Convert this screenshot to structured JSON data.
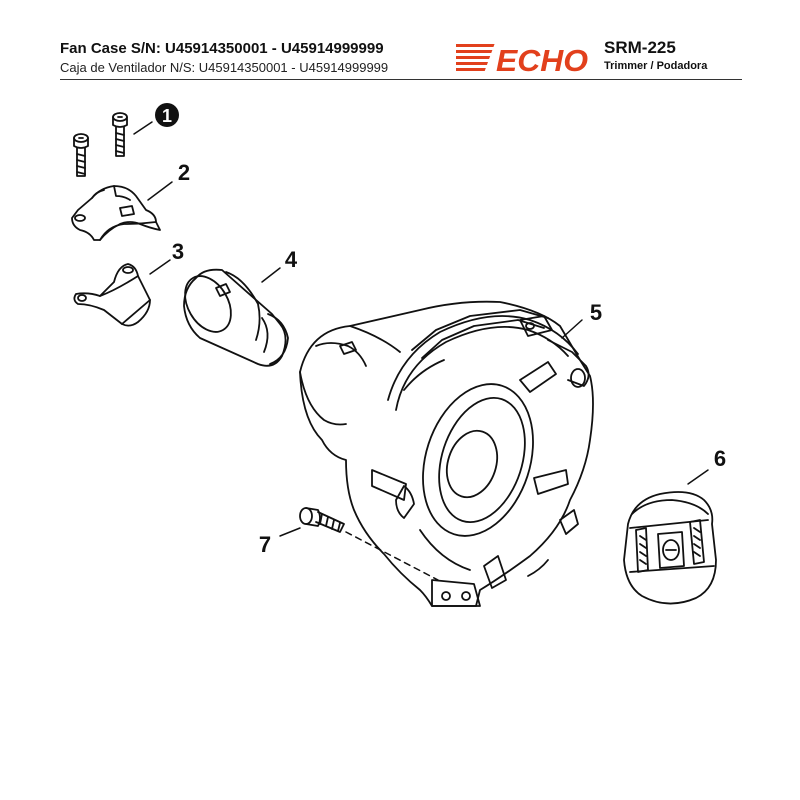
{
  "header": {
    "title_en": "Fan Case S/N: U45914350001 - U45914999999",
    "title_es": "Caja de Ventilador N/S: U45914350001 - U45914999999",
    "brand": "ECHO",
    "model": "SRM-225",
    "product": "Trimmer / Podadora",
    "brand_color": "#e2401c"
  },
  "callouts": [
    "1",
    "2",
    "3",
    "4",
    "5",
    "6",
    "7"
  ]
}
